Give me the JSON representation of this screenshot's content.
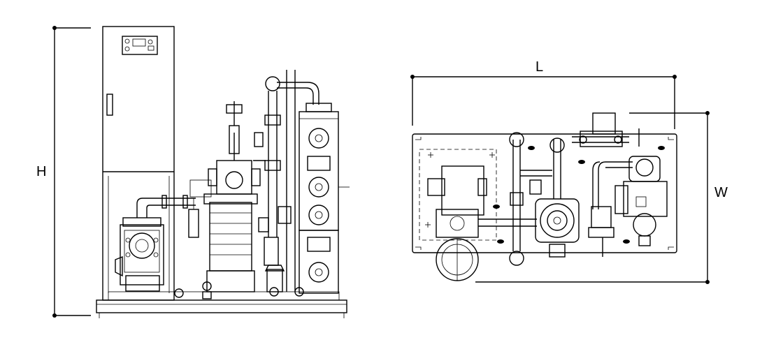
{
  "labels": {
    "height": "H",
    "length": "L",
    "width": "W"
  },
  "colors": {
    "line": "#000000",
    "background": "#ffffff"
  }
}
